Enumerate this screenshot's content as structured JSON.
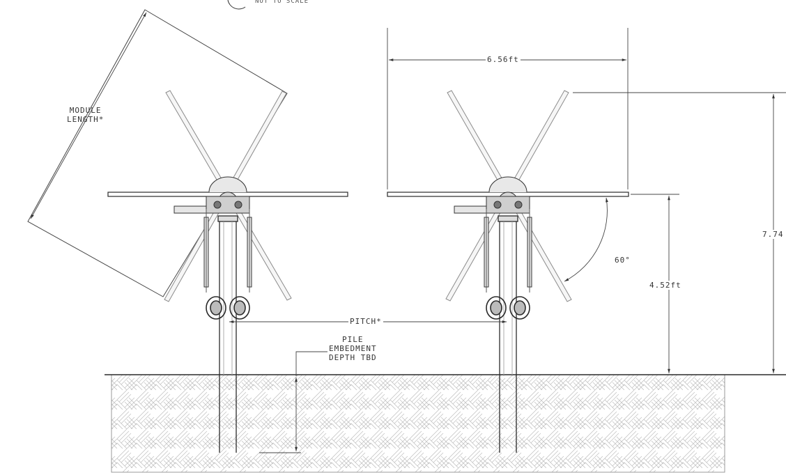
{
  "header": {
    "scale_note": "NOT TO SCALE"
  },
  "labels": {
    "module_length_line1": "MODULE",
    "module_length_line2": "LENGTH*",
    "table_width": "6.56ft",
    "total_height": "7.74",
    "angle": "60°",
    "hub_height": "4.52ft",
    "pitch": "PITCH*",
    "pile_line1": "PILE",
    "pile_line2": "EMBEDMENT",
    "pile_line3": "DEPTH TBD"
  },
  "colors": {
    "line": "#2a2a2a",
    "dim": "#555555",
    "hatch": "#bdbdbd"
  }
}
